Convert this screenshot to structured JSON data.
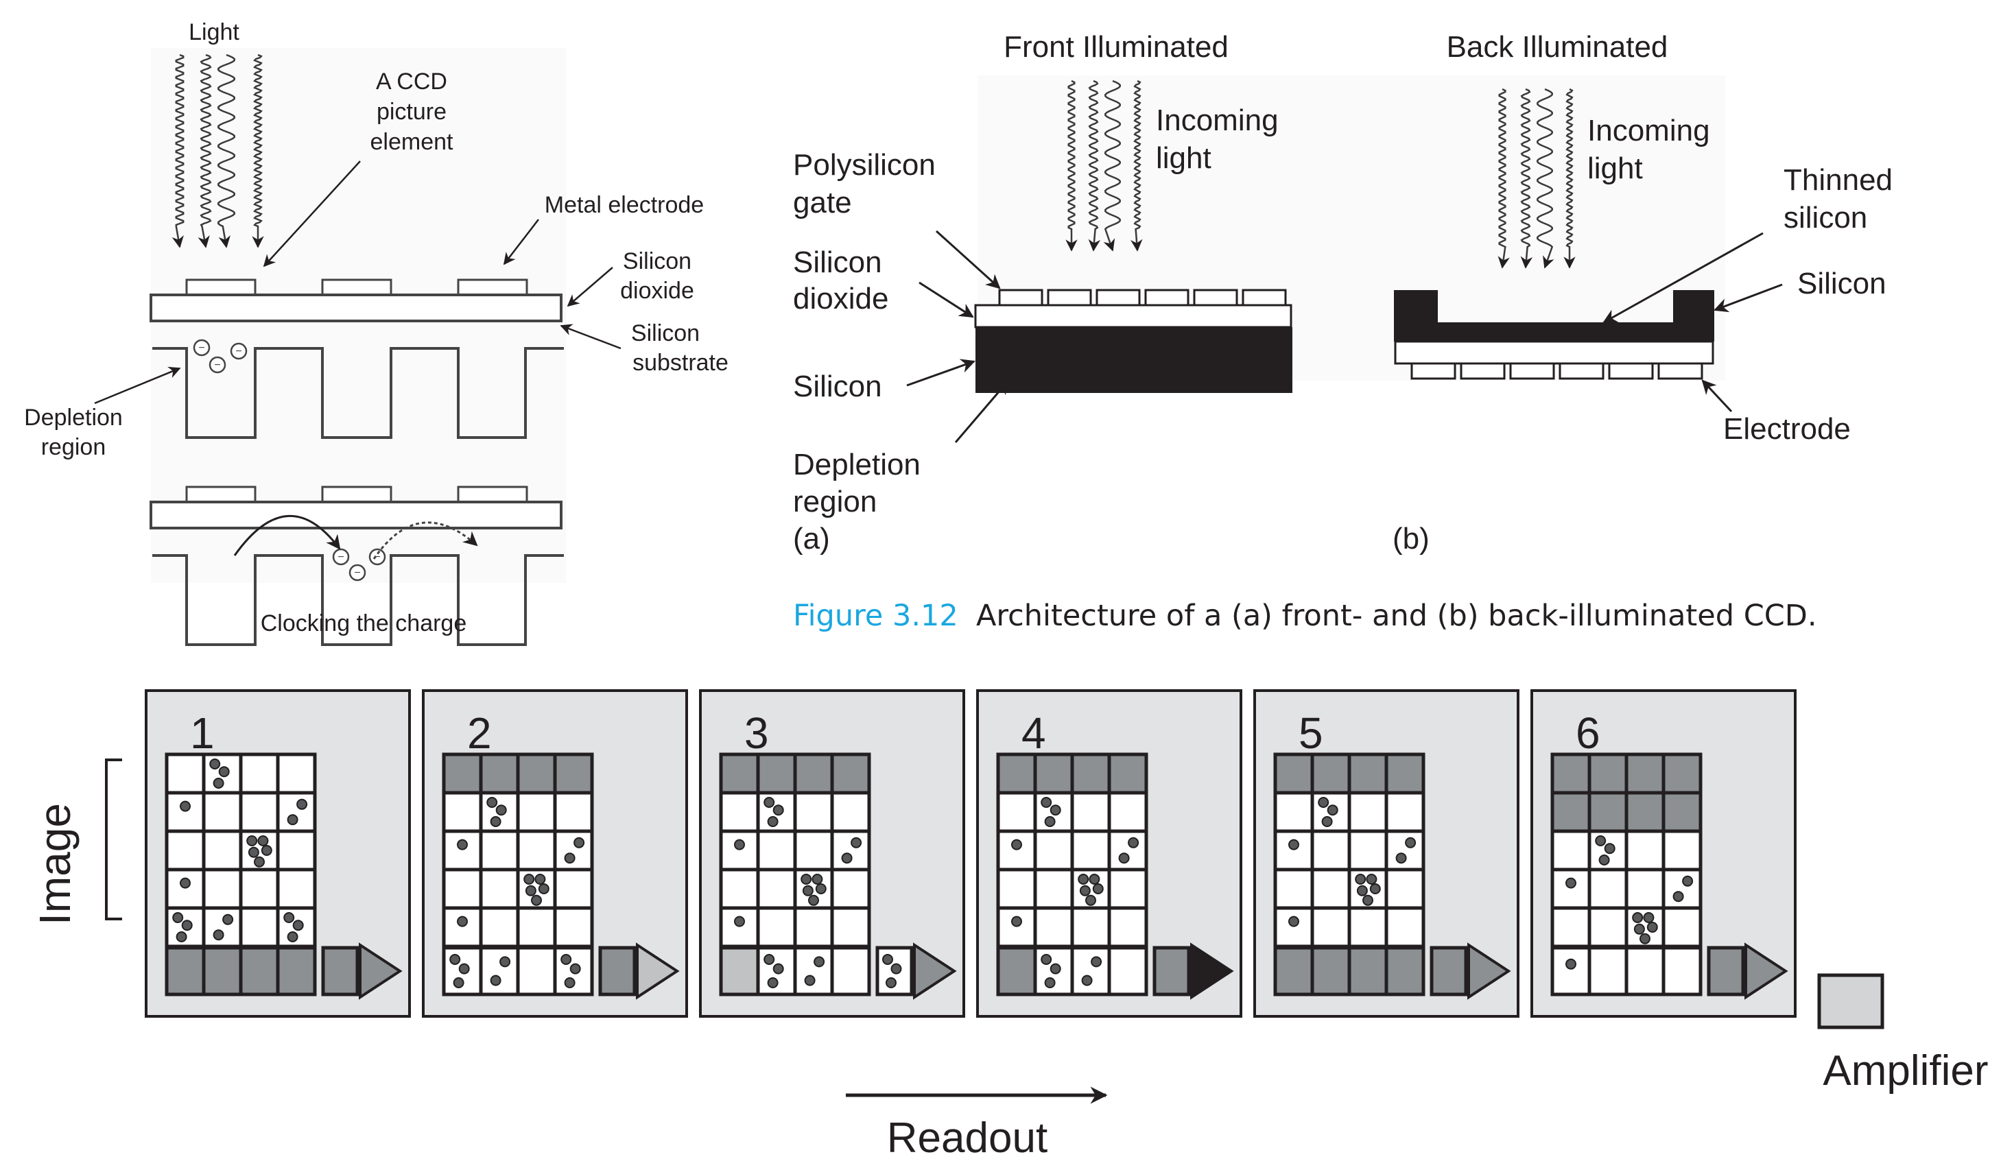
{
  "left_figure": {
    "light_label": "Light",
    "pixel_label": [
      "A CCD",
      "picture",
      "element"
    ],
    "metal_electrode_label": "Metal electrode",
    "silicon_dioxide_label": [
      "Silicon",
      "dioxide"
    ],
    "silicon_substrate_label": [
      "Silicon",
      "substrate"
    ],
    "depletion_label": [
      "Depletion",
      "region"
    ],
    "clocking_caption": "Clocking the charge",
    "electron_symbol": "−"
  },
  "figure_3_12": {
    "front": {
      "title": "Front Illuminated",
      "incoming_light": [
        "Incoming",
        "light"
      ],
      "polysilicon_gate": [
        "Polysilicon",
        "gate"
      ],
      "silicon_dioxide": [
        "Silicon",
        "dioxide"
      ],
      "silicon": "Silicon",
      "depletion_region": [
        "Depletion",
        "region"
      ],
      "panel_letter": "(a)"
    },
    "back": {
      "title": "Back Illuminated",
      "incoming_light": [
        "Incoming",
        "light"
      ],
      "thinned_silicon": [
        "Thinned",
        "silicon"
      ],
      "silicon": "Silicon",
      "electrode": "Electrode",
      "panel_letter": "(b)"
    },
    "caption_number": "Figure 3.12",
    "caption_text": "Architecture of a (a) front- and (b) back-illuminated CCD.",
    "caption_color": "#1aa7e0"
  },
  "readout": {
    "image_label": "Image",
    "readout_label": "Readout",
    "amplifier_label": "Amplifier",
    "colors": {
      "panel_bg": "#e2e3e5",
      "shaded_cell": "#8c9093",
      "light_cell": "#c0c2c4",
      "amplifier_fill": "#d3d4d6",
      "charge_dot": "#58595b"
    },
    "panels": [
      {
        "number": "1",
        "shaded_rows": 0,
        "rows": [
          [
            0,
            3,
            0,
            0
          ],
          [
            1,
            0,
            0,
            2
          ],
          [
            0,
            0,
            5,
            0
          ],
          [
            1,
            0,
            0,
            0
          ],
          [
            3,
            2,
            0,
            3
          ]
        ],
        "register": [
          "shaded",
          "shaded",
          "shaded",
          "shaded"
        ],
        "register_dots": [
          0,
          0,
          0,
          0
        ],
        "output": "shaded",
        "output_dots": 0,
        "triangle": "shaded"
      },
      {
        "number": "2",
        "shaded_rows": 1,
        "rows": [
          [
            0,
            3,
            0,
            0
          ],
          [
            1,
            0,
            0,
            2
          ],
          [
            0,
            0,
            5,
            0
          ],
          [
            1,
            0,
            0,
            0
          ]
        ],
        "register": [
          "white",
          "white",
          "white",
          "white"
        ],
        "register_dots": [
          3,
          2,
          0,
          3
        ],
        "output": "shaded",
        "output_dots": 0,
        "triangle": "light"
      },
      {
        "number": "3",
        "shaded_rows": 1,
        "rows": [
          [
            0,
            3,
            0,
            0
          ],
          [
            1,
            0,
            0,
            2
          ],
          [
            0,
            0,
            5,
            0
          ],
          [
            1,
            0,
            0,
            0
          ]
        ],
        "register": [
          "light",
          "white",
          "white",
          "white"
        ],
        "register_dots": [
          0,
          3,
          2,
          0
        ],
        "output": "white",
        "output_dots": 3,
        "triangle": "shaded"
      },
      {
        "number": "4",
        "shaded_rows": 1,
        "rows": [
          [
            0,
            3,
            0,
            0
          ],
          [
            1,
            0,
            0,
            2
          ],
          [
            0,
            0,
            5,
            0
          ],
          [
            1,
            0,
            0,
            0
          ]
        ],
        "register": [
          "shaded",
          "white",
          "white",
          "white"
        ],
        "register_dots": [
          0,
          3,
          2,
          0
        ],
        "output": "shaded",
        "output_dots": 0,
        "triangle": "black"
      },
      {
        "number": "5",
        "shaded_rows": 1,
        "rows": [
          [
            0,
            3,
            0,
            0
          ],
          [
            1,
            0,
            0,
            2
          ],
          [
            0,
            0,
            5,
            0
          ],
          [
            1,
            0,
            0,
            0
          ]
        ],
        "register": [
          "shaded",
          "shaded",
          "shaded",
          "shaded"
        ],
        "register_dots": [
          0,
          0,
          0,
          0
        ],
        "output": "shaded",
        "output_dots": 0,
        "triangle": "shaded"
      },
      {
        "number": "6",
        "shaded_rows": 2,
        "rows": [
          [
            0,
            3,
            0,
            0
          ],
          [
            1,
            0,
            0,
            2
          ],
          [
            0,
            0,
            5,
            0
          ]
        ],
        "register": [
          "white",
          "white",
          "white",
          "white"
        ],
        "register_dots": [
          1,
          0,
          0,
          0
        ],
        "output": "shaded",
        "output_dots": 0,
        "triangle": "shaded"
      }
    ]
  }
}
